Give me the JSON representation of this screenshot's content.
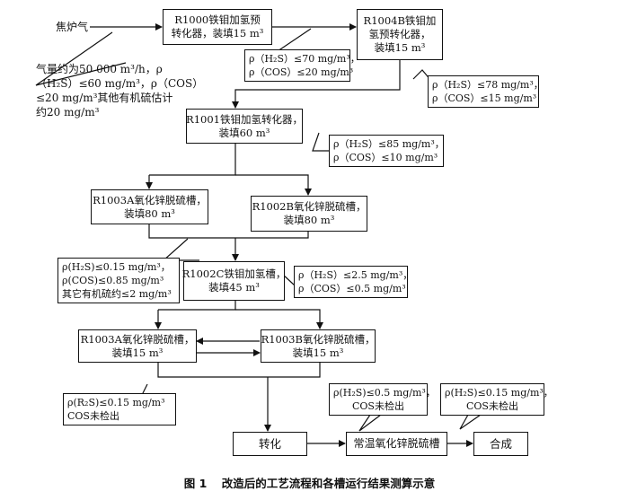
{
  "source_label": "焦炉气",
  "inlet_note": [
    "气量约为50 000 m³/h，ρ",
    "（H₂S）≤60 mg/m³，ρ（COS）",
    "≤20 mg/m³其他有机硫估计",
    "约20 mg/m³"
  ],
  "boxes": {
    "r1000": [
      "R1000铁钼加氢预",
      "转化器，装填15 m³"
    ],
    "r1004b": [
      "R1004B铁钼加",
      "氢预转化器，",
      "装填15 m³"
    ],
    "r1001": [
      "R1001铁钼加氢转化器，",
      "装填60 m³"
    ],
    "r1003a_top": [
      "R1003A氧化锌脱硫槽，",
      "装填80 m³"
    ],
    "r1002b": [
      "R1002B氧化锌脱硫槽，",
      "装填80 m³"
    ],
    "r1002c": [
      "R1002C铁钼加氢槽，",
      "装填45 m³"
    ],
    "r1003a_bottom": [
      "R1003A氧化锌脱硫槽，",
      "装填15 m³"
    ],
    "r1003b": [
      "R1003B氧化锌脱硫槽，",
      "装填15 m³"
    ],
    "convert": [
      "转化"
    ],
    "zno_ambient": [
      "常温氧化锌脱硫槽"
    ],
    "synthesis": [
      "合成"
    ]
  },
  "notes": {
    "after_r1000": [
      "ρ（H₂S）≤70 mg/m³，",
      "ρ（COS）≤20 mg/m³"
    ],
    "after_r1004b": [
      "ρ（H₂S）≤78 mg/m³，",
      "ρ（COS）≤15 mg/m³"
    ],
    "after_r1001": [
      "ρ（H₂S）≤85 mg/m³，",
      "ρ（COS）≤10 mg/m³"
    ],
    "after_zno": [
      "ρ(H₂S)≤0.15 mg/m³，",
      "ρ(COS)≤0.85 mg/m³",
      "其它有机硫约≤2 mg/m³"
    ],
    "after_r1002c": [
      "ρ（H₂S）≤2.5 mg/m³，",
      "ρ（COS）≤0.5 mg/m³"
    ],
    "after_r1003": [
      "ρ(R₂S)≤0.15 mg/m³",
      "COS未检出"
    ],
    "before_ambient": [
      "ρ(H₂S)≤0.5 mg/m³，",
      "COS未检出"
    ],
    "after_ambient": [
      "ρ(H₂S)≤0.15 mg/m³，",
      "COS未检出"
    ]
  },
  "caption": {
    "figure_no": "图 1",
    "title": "改造后的工艺流程和各槽运行结果测算示意"
  }
}
